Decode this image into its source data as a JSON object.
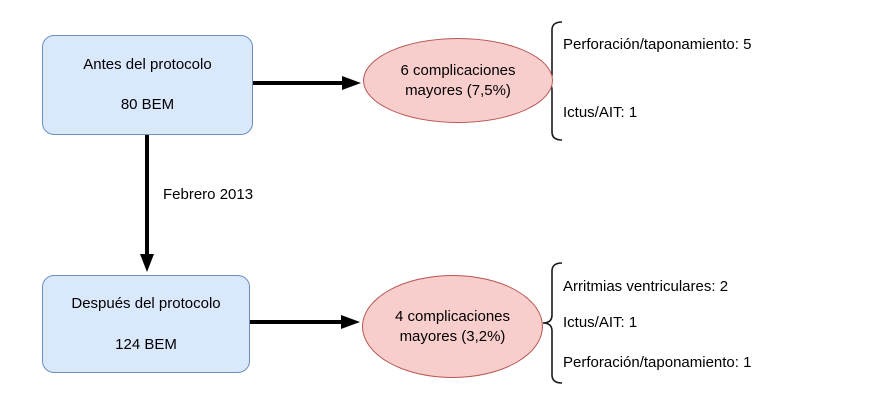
{
  "diagram": {
    "flow": {
      "before": {
        "title": "Antes del protocolo",
        "count": "80 BEM",
        "outcome": "6 complicaciones mayores (7,5%)",
        "details": [
          "Perforación/taponamiento: 5",
          "Ictus/AIT: 1"
        ]
      },
      "transition_label": "Febrero 2013",
      "after": {
        "title": "Después del protocolo",
        "count": "124 BEM",
        "outcome": "4 complicaciones mayores (3,2%)",
        "details": [
          "Arritmias ventriculares: 2",
          "Ictus/AIT: 1",
          "Perforación/taponamiento: 1"
        ]
      }
    },
    "colors": {
      "box_fill": "#dae8fc",
      "box_border": "#6c8ebf",
      "ellipse_fill": "#f8cecc",
      "ellipse_border": "#b85450",
      "arrow": "#000000",
      "brace": "#1a1a1a",
      "text": "#000000",
      "background": "#ffffff"
    }
  }
}
